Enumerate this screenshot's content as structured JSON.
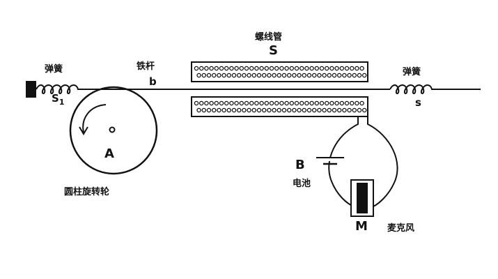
{
  "labels": {
    "spring_left": "弹簧",
    "spring_right": "弹簧",
    "iron_rod": "铁杆",
    "solenoid": "螺线管",
    "solenoid_letter": "S",
    "rod_letter": "b",
    "s1_letter": "S",
    "s1_subscript": "1",
    "s_right_letter": "s",
    "wheel_letter": "A",
    "wheel_caption": "圆柱旋转轮",
    "battery_letter": "B",
    "battery_caption": "电池",
    "mic_letter": "M",
    "mic_caption": "麦克风"
  },
  "colors": {
    "ink": "#111111",
    "background": "#ffffff"
  }
}
